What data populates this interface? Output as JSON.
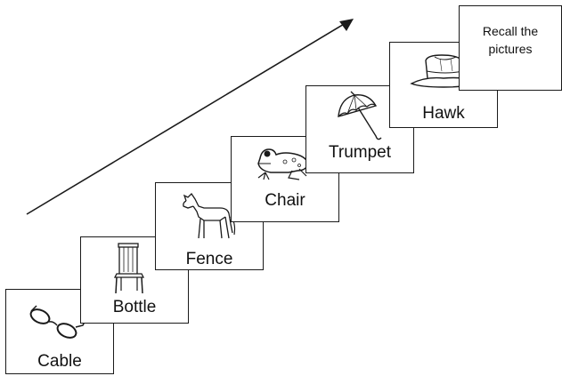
{
  "cards": [
    {
      "word": "Cable",
      "icon": "glasses-icon"
    },
    {
      "word": "Bottle",
      "icon": "chair-icon"
    },
    {
      "word": "Fence",
      "icon": "horse-icon"
    },
    {
      "word": "Chair",
      "icon": "frog-icon"
    },
    {
      "word": "Trumpet",
      "icon": "umbrella-icon"
    },
    {
      "word": "Hawk",
      "icon": "hat-icon"
    }
  ],
  "final_card": {
    "line1": "Recall the",
    "line2": "pictures"
  },
  "arrow": {
    "direction": "up-right"
  },
  "colors": {
    "stroke": "#1a1a1a",
    "background": "#ffffff"
  }
}
